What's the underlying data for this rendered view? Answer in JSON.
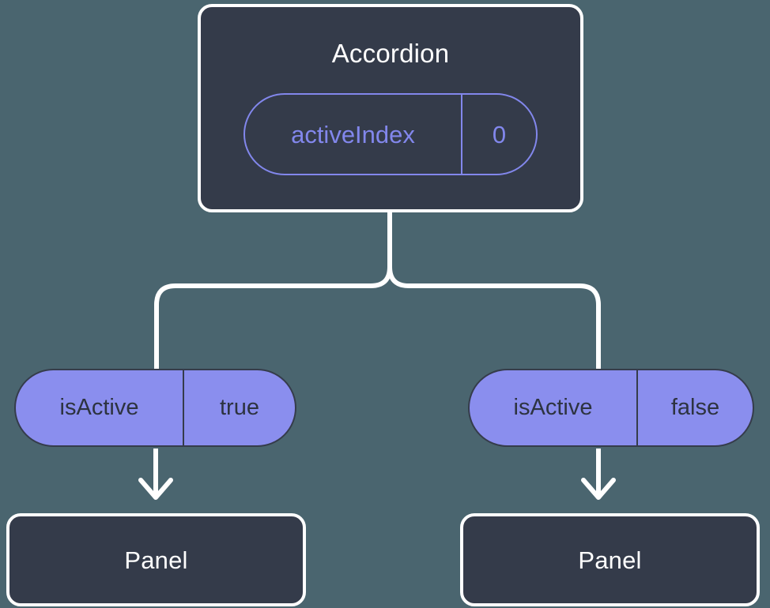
{
  "diagram": {
    "title": "Accordion component state diagram",
    "background_color": "#4a656f",
    "accent_purple": "#8287ec",
    "pill_fill": "#8a8eee",
    "node_fill": "#343b4a",
    "node_border": "#ffffff"
  },
  "root": {
    "label": "Accordion",
    "state_badge": {
      "key": "activeIndex",
      "value": "0"
    }
  },
  "branches": [
    {
      "id": "left",
      "prop_badge": {
        "key": "isActive",
        "value": "true"
      },
      "child": {
        "label": "Panel"
      }
    },
    {
      "id": "right",
      "prop_badge": {
        "key": "isActive",
        "value": "false"
      },
      "child": {
        "label": "Panel"
      }
    }
  ]
}
